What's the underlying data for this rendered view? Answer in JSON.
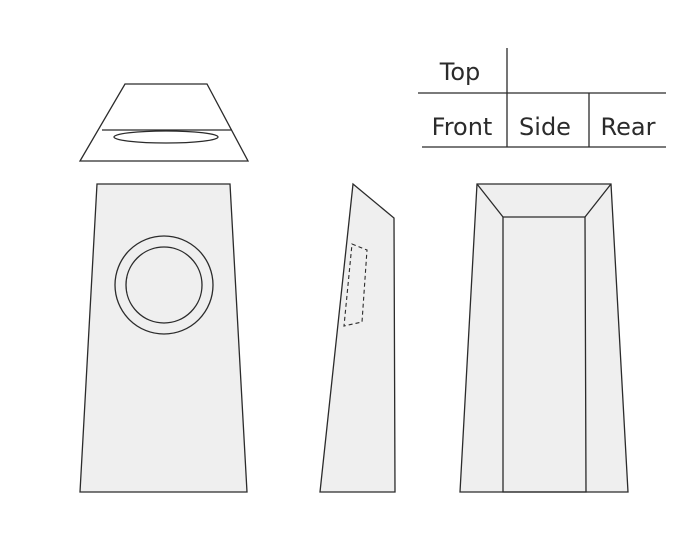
{
  "legend": {
    "top": "Top",
    "front": "Front",
    "side": "Side",
    "rear": "Rear"
  },
  "colors": {
    "stroke": "#2b2b2b",
    "panel_fill": "#efefef",
    "background": "#ffffff"
  }
}
